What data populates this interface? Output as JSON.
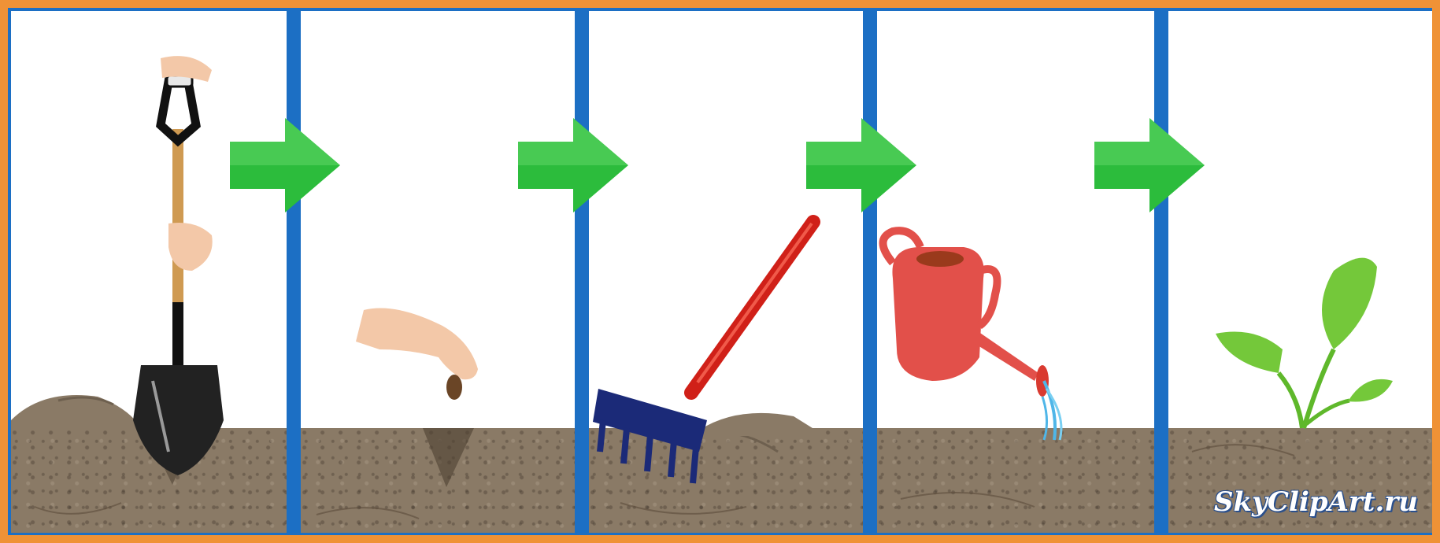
{
  "image": {
    "watermark_text": "SkyClipArt.ru",
    "frame_color": "#ef9236",
    "divider_color": "#1c6fc4",
    "arrow_color": "#2cbc3c",
    "steps": [
      {
        "name": "dig-hole",
        "icon": "shovel-icon"
      },
      {
        "name": "plant-seed",
        "icon": "hand-seed-icon"
      },
      {
        "name": "cover-soil",
        "icon": "rake-icon"
      },
      {
        "name": "water",
        "icon": "watering-can-icon"
      },
      {
        "name": "sprout",
        "icon": "sprout-icon"
      }
    ]
  }
}
